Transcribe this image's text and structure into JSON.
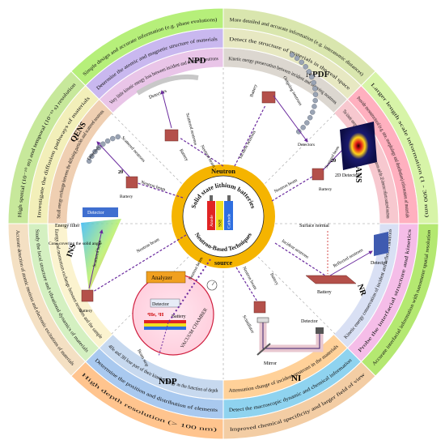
{
  "center": {
    "top_word": "Neutron",
    "ring_text": "Solid state lithium batteries",
    "bottom_text": "Neutron-Based Techniques",
    "bottom_word": "source",
    "battery_labels": [
      "Anode",
      "SSE",
      "Cathode"
    ]
  },
  "techniques": [
    {
      "name": "NPD",
      "inner": "Very little kinetic energy loss between incident and scattered neutrons",
      "middle": "Determine the atomic and magnetic structure of materials",
      "outer": "Simple design and accurate information (e.g. phase evolutions)"
    },
    {
      "name": "NPDF",
      "inner": "Kinetic energy preservation between incident and outgoing neutrons",
      "middle": "Detect the structure of materials in the real space",
      "outer": "More detailed and accurate information (e.g. interatomic distances)"
    },
    {
      "name": "SANS",
      "inner": "The kinetic energy of incident neutrons and outgoing neutrons and the 2D detector collects scattered neutrons",
      "middle": "Provide mesostructural (e.g. size, morphology and distribution) information of materials",
      "outer": "Larger length scale information (1 - 300 nm)"
    },
    {
      "name": "NR",
      "inner": "Kinetic energy conservation of incident and reflected neutrons",
      "middle": "Probe the interfacial structure and kinetics",
      "outer": "Accurate interfacial information with nanometer spatial resolution"
    },
    {
      "name": "NI",
      "inner": "Attenuation change of incident neutrons in the materials",
      "middle": "Detect the macroscopic dynamic and chemical information",
      "outer": "Improved chemical specificity and larger field of view"
    },
    {
      "name": "NDP",
      "inner": "4He and 3H lose part of their kinetic energy as the function of depth",
      "middle": "Determine the position and distribution of elements",
      "outer": "High depth resolution (> 100 nm)"
    },
    {
      "name": "INS",
      "inner": "Energy and momentum exchange between neutrons and the sample",
      "middle": "Study the local structure and vibrational dynamics of materials",
      "outer": "Accurate detection of atomic motions and electronic excitations of materials"
    },
    {
      "name": "QENS",
      "inner": "Small energy exchange between the diffusing particles and scattered neutrons",
      "middle": "Investigate the diffusion pathways of materials",
      "outer": "High spatial (10⁻¹⁰ m) and temporal (10⁻¹³ s) resolution"
    }
  ],
  "labels": {
    "detector": "Detector",
    "detectors": "Detectors",
    "battery": "Battery",
    "neutron_beam": "Neutron beam",
    "incident_neutrons": "Incident neutrons",
    "scattered_neutrons": "Scattered neutrons",
    "outgoing_neutrons": "Outgoing neutrons",
    "scattered_beam": "Scattered beam",
    "detector_2d": "2D Detector",
    "surface_normal": "Surface normal",
    "reflected_neutrons": "Reflected neutrons",
    "scintillator": "Scintillator",
    "mirror": "Mirror",
    "analyzer": "Analyzer",
    "vacuum_chamber": "VACUUM CHAMBER",
    "beam_stop": "Beam stop",
    "energy_filter": "Energy filter",
    "cone": "Cone covering the solid angle",
    "theta": "2θ",
    "particles": "⁴He, ³H"
  },
  "colors": {
    "ring_gold": "#f5b400",
    "battery": "#b4504a",
    "arrow": "#6a2a9e"
  },
  "sectors": [
    {
      "inner": "#e9c5e8",
      "mid": "#c9b8ef",
      "outer": "#b6ef7a"
    },
    {
      "inner": "#dcd7d0",
      "mid": "#e7e8c2",
      "outer": "#d9e6ae"
    },
    {
      "inner": "#f7c8cf",
      "mid": "#ffb0bf",
      "outer": "#d7f4a8"
    },
    {
      "inner": "#d9e0f4",
      "mid": "#f5bde8",
      "outer": "#b4e871"
    },
    {
      "inner": "#ffd199",
      "mid": "#8fd3ef",
      "outer": "#f3cda4"
    },
    {
      "inner": "#c7d9ef",
      "mid": "#a9c9ef",
      "outer": "#ffc48e"
    },
    {
      "inner": "#fbf3cf",
      "mid": "#d4f0c1",
      "outer": "#f4e0c3"
    },
    {
      "inner": "#efcfb2",
      "mid": "#f2efb9",
      "outer": "#c7e89b"
    }
  ]
}
